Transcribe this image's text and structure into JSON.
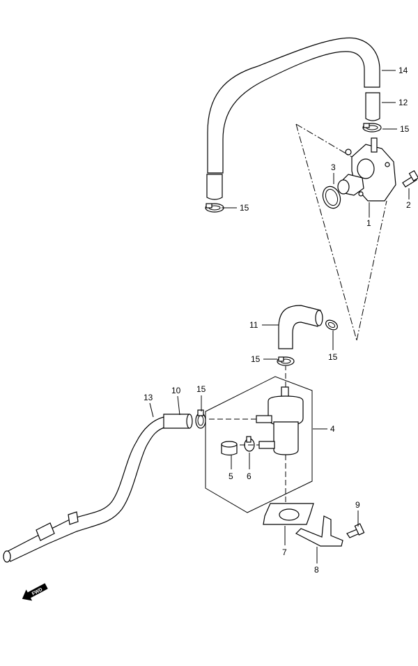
{
  "callouts": {
    "c1": "1",
    "c2": "2",
    "c3": "3",
    "c4": "4",
    "c5": "5",
    "c6": "6",
    "c7": "7",
    "c8": "8",
    "c9": "9",
    "c10": "10",
    "c11": "11",
    "c12": "12",
    "c13": "13",
    "c14": "14",
    "c15_top": "15",
    "c15_left": "15",
    "c15_mid": "15",
    "c15_right": "15",
    "c15_bottom": "15"
  },
  "fwd_badge": "FWD"
}
